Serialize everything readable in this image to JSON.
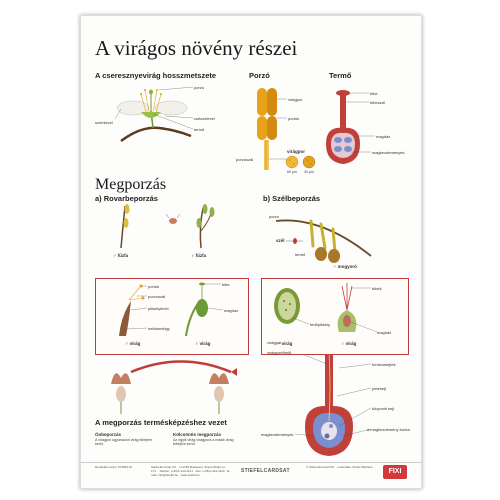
{
  "poster": {
    "title": "A virágos növény részei",
    "sections": {
      "cherry": {
        "heading": "A cseresznyevirág hosszmetszete",
        "labels": [
          "porzó",
          "csészelevél",
          "termő",
          "szirmlevél"
        ]
      },
      "stamen": {
        "heading": "Porzó",
        "labels": [
          "virágpor",
          "portok",
          "porzószál"
        ],
        "pollen_label": "virágpor",
        "scales": [
          "60 μm",
          "30 μm"
        ]
      },
      "pistil": {
        "heading": "Termő",
        "labels": [
          "bibe",
          "bibeszál",
          "magház",
          "magkezdemények"
        ]
      },
      "pollination": {
        "heading": "Megporzás",
        "insect": {
          "heading": "a) Rovarbeporzás",
          "male": "fűzfa",
          "female": "fűzfa",
          "detail_labels": [
            "portok",
            "porzószál",
            "pikkelylevél",
            "nektármirigy",
            "bibe",
            "magház"
          ],
          "male_flower": "virág",
          "female_flower": "virág"
        },
        "wind": {
          "heading": "b) Szélbeporzás",
          "labels": [
            "porzó",
            "szél",
            "termő",
            "mogyoró"
          ],
          "detail_labels": [
            "bibék",
            "fedőpikkely",
            "magház"
          ],
          "male_flower": "virág",
          "female_flower": "virág"
        }
      },
      "fertilization": {
        "labels": [
          "virágpor",
          "virágportömlő",
          "hímivarsejtek",
          "petesejt",
          "központi sejt",
          "a magkezdemény burka",
          "magkezdemények"
        ]
      },
      "path": {
        "heading": "A megporzás termésképzéshez vezet",
        "self_title": "Önbeporzás",
        "self_text": "A virágpor ugyanazon virág bibéjére kerül.",
        "cross_title": "Kölcsönös megporzás",
        "cross_text": "Az egyik virág virágpora a másik virág bibéjére kerül."
      }
    },
    "footer": {
      "left": "Rendelési szám: 572863 10",
      "publisher_block": "Stiefel Eurocart Kft. · H-1155 Budapest, Szentmihályi út 171. · Telefon: (+36)1-414-1121 · Fax: (+36)1-414-1120 · E-mail: info@stiefel.hu · www.stiefel.hu",
      "brand": "STIEFELCARDSAT",
      "credits": "© Stiefel Eurocart Kft. · Lektorálta: Szőke Barbara",
      "logo": "FIXI"
    },
    "colors": {
      "accent": "#c23a3a",
      "stamen": "#e8a21a",
      "pistil": "#c0403a",
      "ovule": "#7a8fd0",
      "leaf": "#6a9a3a"
    }
  }
}
